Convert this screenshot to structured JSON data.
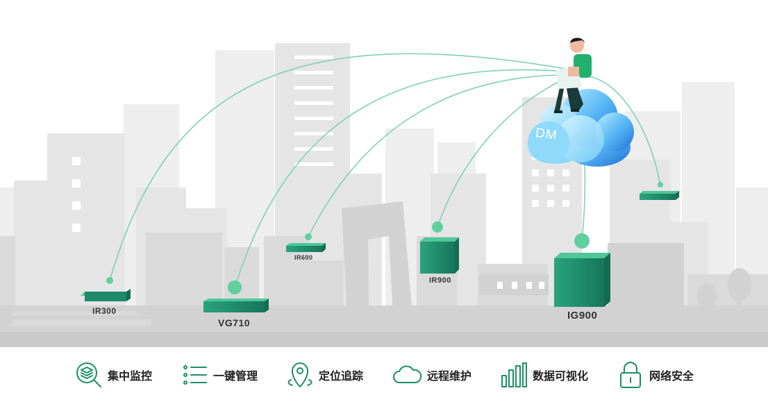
{
  "cloud": {
    "label": "DM"
  },
  "devices": {
    "ir300": "IR300",
    "vg710": "VG710",
    "ir600": "IR600",
    "ir900": "IR900",
    "ig900": "IG900"
  },
  "features": [
    {
      "label": "集中监控",
      "icon": "layers-magnifier-icon"
    },
    {
      "label": "一键管理",
      "icon": "list-icon"
    },
    {
      "label": "定位追踪",
      "icon": "location-pin-icon"
    },
    {
      "label": "远程维护",
      "icon": "cloud-icon"
    },
    {
      "label": "数据可视化",
      "icon": "bar-chart-icon"
    },
    {
      "label": "网络安全",
      "icon": "padlock-icon"
    }
  ],
  "colors": {
    "accent": "#1a8f63",
    "link": "#7fd1b3",
    "cloud": "#2e8fe6"
  }
}
